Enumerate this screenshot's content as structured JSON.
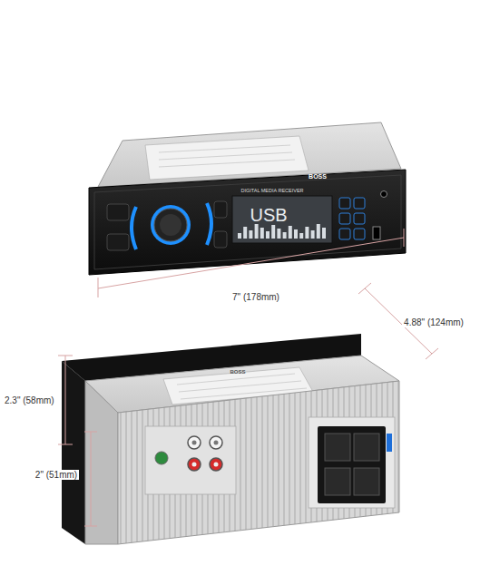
{
  "diagram": {
    "labels": [
      "BOSS",
      "DIGITAL MEDIA RECEIVER",
      "USB",
      "7\" (178mm)",
      "4.88\" (124mm)",
      "2.3\" (58mm)",
      "2\" (51mm)",
      "BOSS"
    ]
  }
}
